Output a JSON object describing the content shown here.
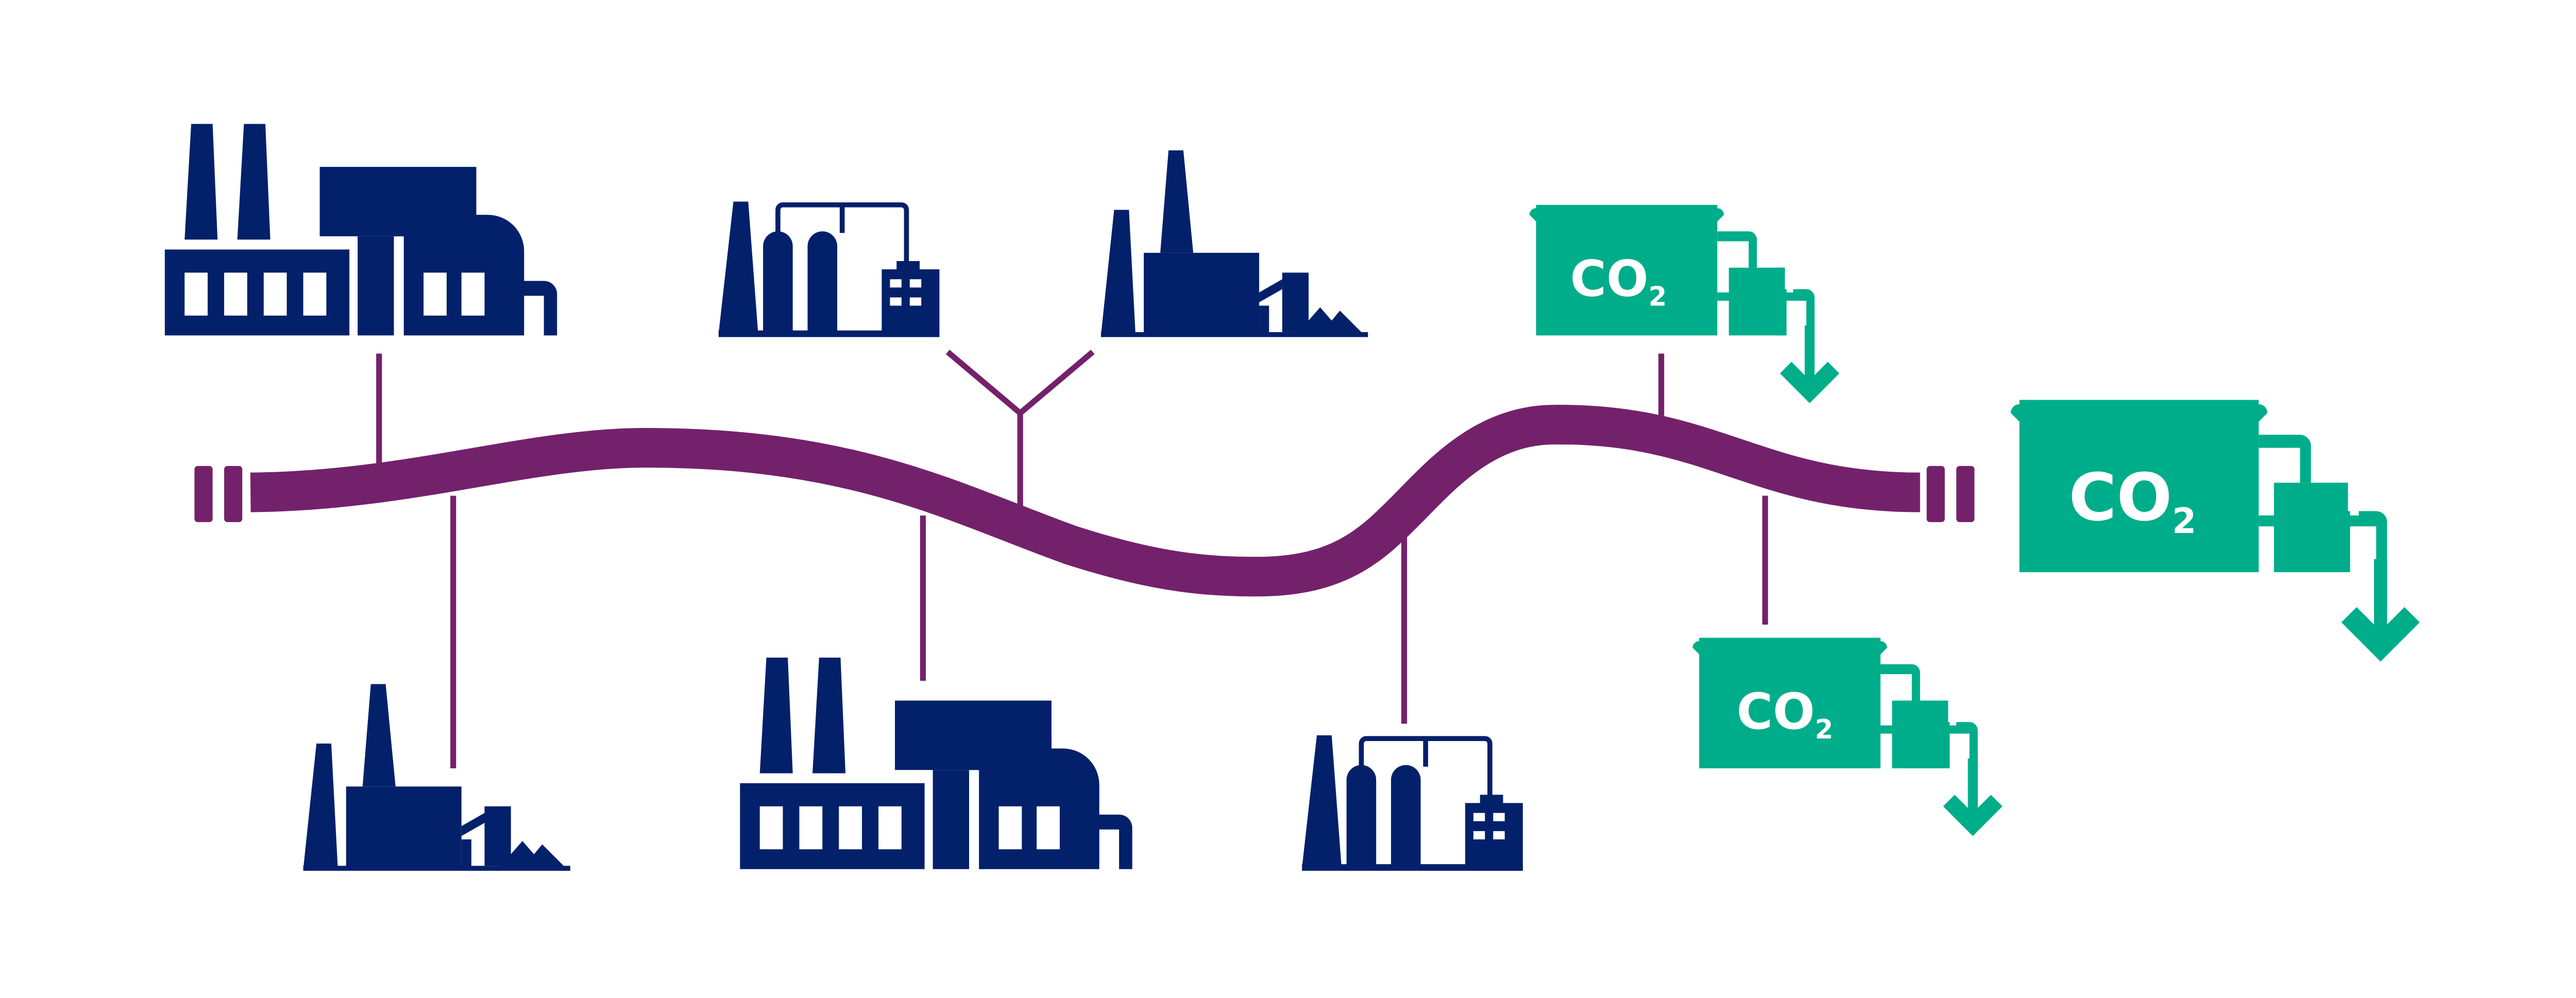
{
  "colors": {
    "background": "#ffffff",
    "pipeline": "#74216b",
    "emitter": "#03206a",
    "storage": "#00ad8a",
    "storage_text": "#ffffff"
  },
  "pipeline": {
    "name": "co2-pipeline-network"
  },
  "emitters": [
    {
      "type": "factory-icon"
    },
    {
      "type": "refinery-icon"
    },
    {
      "type": "industrial-plant-icon"
    },
    {
      "type": "industrial-plant-icon"
    },
    {
      "type": "factory-icon"
    },
    {
      "type": "refinery-icon"
    }
  ],
  "storage_sites": [
    {
      "label_main": "CO",
      "label_sub": "2",
      "icon": "storage-tank-down-arrow-icon"
    },
    {
      "label_main": "CO",
      "label_sub": "2",
      "icon": "storage-tank-down-arrow-icon"
    },
    {
      "label_main": "CO",
      "label_sub": "2",
      "icon": "storage-tank-down-arrow-icon"
    }
  ]
}
